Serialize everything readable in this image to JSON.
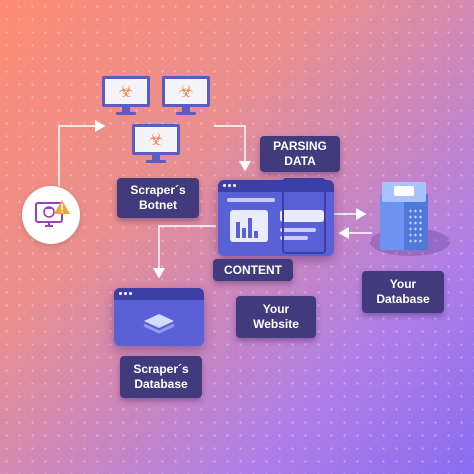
{
  "labels": {
    "botnet": "Scraper´s\nBotnet",
    "parsing": "PARSING\nDATA",
    "content": "CONTENT",
    "your_website": "Your\nWebsite",
    "your_database": "Your\nDatabase",
    "scraper_database": "Scraper´s\nDatabase"
  },
  "colors": {
    "label_bg": "#413b7d",
    "monitor_frame": "#5b5cc2",
    "hazard": "#e8874a",
    "browser": "#5563d8",
    "server": "#5a86e8"
  }
}
